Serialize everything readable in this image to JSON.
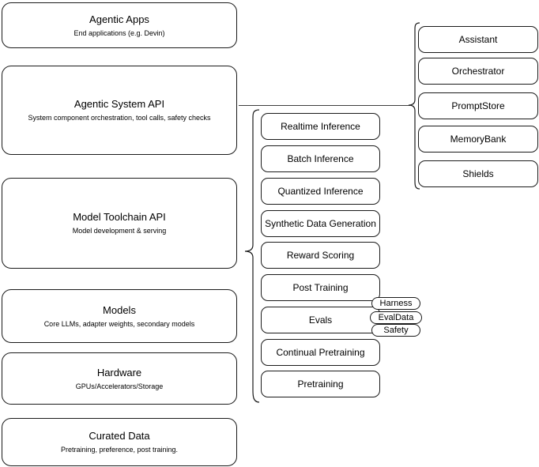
{
  "diagram": {
    "title": "Agentic stack layer diagram",
    "stroke_color": "#1a1a1a",
    "background_color": "#ffffff",
    "connector_color": "#3f3f3f"
  },
  "layers": [
    {
      "title": "Agentic Apps",
      "subtitle": "End applications (e.g. Devin)"
    },
    {
      "title": "Agentic System API",
      "subtitle": "System component orchestration, tool calls, safety checks"
    },
    {
      "title": "Model Toolchain API",
      "subtitle": "Model development & serving"
    },
    {
      "title": "Models",
      "subtitle": "Core LLMs, adapter weights, secondary models"
    },
    {
      "title": "Hardware",
      "subtitle": "GPUs/Accelerators/Storage"
    },
    {
      "title": "Curated Data",
      "subtitle": "Pretraining, preference, post training."
    }
  ],
  "toolchain_components": [
    {
      "label": "Realtime Inference"
    },
    {
      "label": "Batch Inference"
    },
    {
      "label": "Quantized Inference"
    },
    {
      "label": "Synthetic Data Generation"
    },
    {
      "label": "Reward Scoring"
    },
    {
      "label": "Post Training"
    },
    {
      "label": "Evals"
    },
    {
      "label": "Continual Pretraining"
    },
    {
      "label": "Pretraining"
    }
  ],
  "system_components": [
    {
      "label": "Assistant"
    },
    {
      "label": "Orchestrator"
    },
    {
      "label": "PromptStore"
    },
    {
      "label": "MemoryBank"
    },
    {
      "label": "Shields"
    }
  ],
  "eval_pills": [
    {
      "label": "Harness"
    },
    {
      "label": "EvalData"
    },
    {
      "label": "Safety"
    }
  ]
}
